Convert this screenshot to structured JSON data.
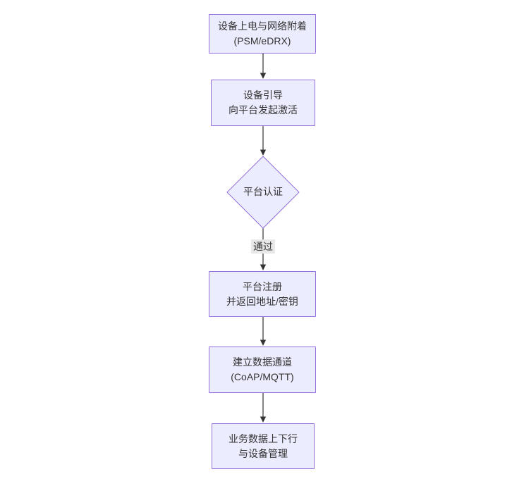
{
  "diagram": {
    "type": "flowchart-top-down",
    "nodes": [
      {
        "id": "A",
        "shape": "rect",
        "lines": [
          "设备上电与网络附着",
          "(PSM/eDRX)"
        ]
      },
      {
        "id": "B",
        "shape": "rect",
        "lines": [
          "设备引导",
          "向平台发起激活"
        ]
      },
      {
        "id": "C",
        "shape": "diamond",
        "lines": [
          "平台认证"
        ]
      },
      {
        "id": "D",
        "shape": "rect",
        "lines": [
          "平台注册",
          "并返回地址/密钥"
        ]
      },
      {
        "id": "E",
        "shape": "rect",
        "lines": [
          "建立数据通道",
          "(CoAP/MQTT)"
        ]
      },
      {
        "id": "F",
        "shape": "rect",
        "lines": [
          "业务数据上下行",
          "与设备管理"
        ]
      }
    ],
    "edges": [
      {
        "from": "A",
        "to": "B",
        "label": ""
      },
      {
        "from": "B",
        "to": "C",
        "label": ""
      },
      {
        "from": "C",
        "to": "D",
        "label": "通过"
      },
      {
        "from": "D",
        "to": "E",
        "label": ""
      },
      {
        "from": "E",
        "to": "F",
        "label": ""
      }
    ],
    "colors": {
      "node_fill": "#ECECFF",
      "node_border": "#9370DB",
      "text": "#333333",
      "arrow": "#333333",
      "edge_label_bg": "#e8e8e8"
    }
  }
}
